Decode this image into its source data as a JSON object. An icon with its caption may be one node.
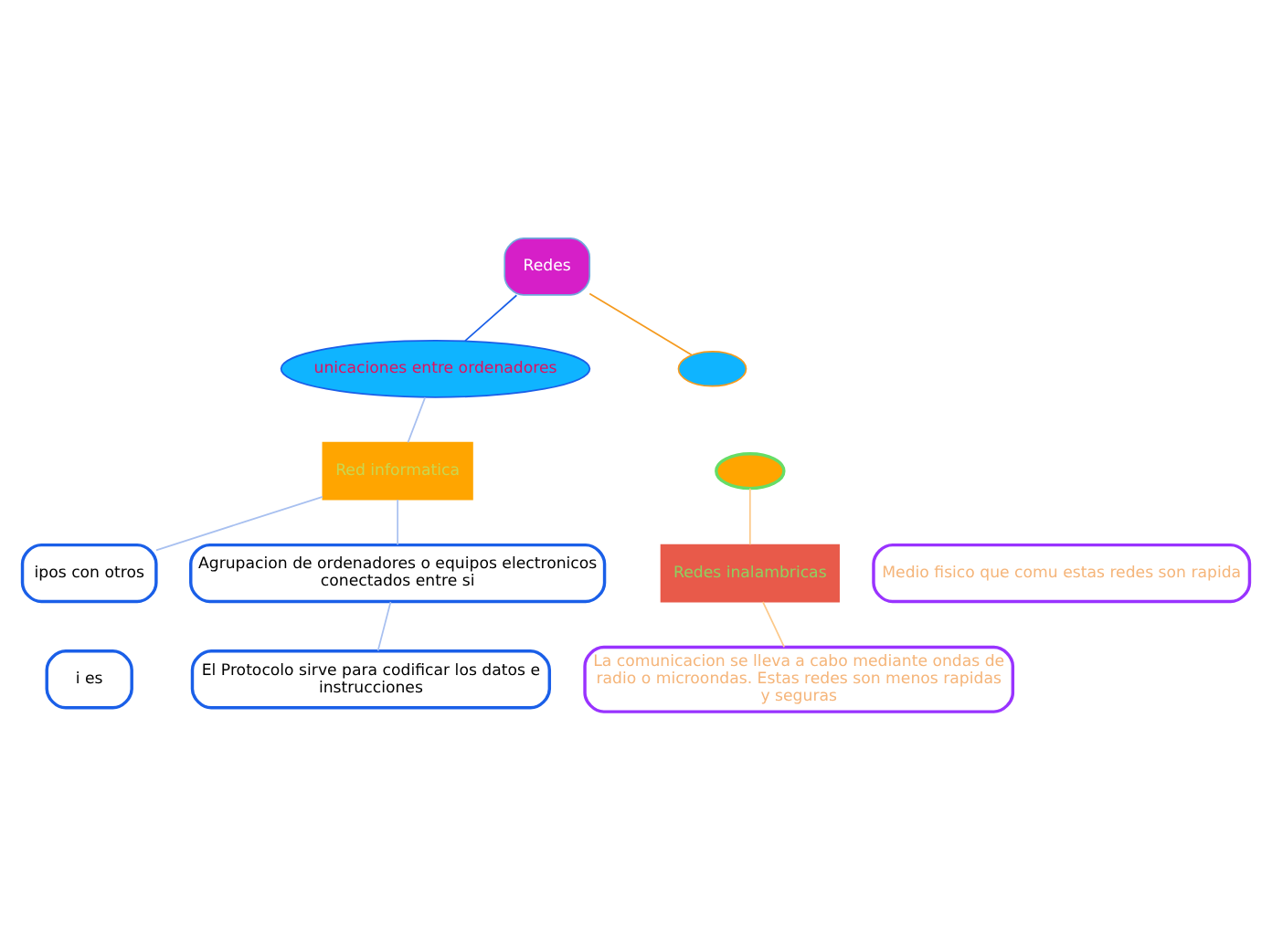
{
  "diagram": {
    "nodes": [
      {
        "text": [
          "Redes"
        ]
      },
      {
        "text": [
          "unicaciones entre ordenadores"
        ]
      },
      {
        "text": [
          "Red informatica"
        ]
      },
      {
        "text": [
          "ipos con otros"
        ]
      },
      {
        "text": [
          "Agrupacion de ordenadores o equipos electronicos conectados entre si"
        ]
      },
      {
        "text": [
          "i es"
        ]
      },
      {
        "text": [
          "El Protocolo sirve para codificar los datos e instrucciones"
        ]
      },
      {
        "text": [],
        "shape": "ellipse"
      },
      {
        "text": [],
        "shape": "ellipse"
      },
      {
        "text": [
          "Redes inalambricas"
        ]
      },
      {
        "text": [
          "La comunicacion se lleva a cabo mediante ondas de radio o microondas. Estas redes son menos rapidas y seguras"
        ]
      },
      {
        "text": [
          "Medio fisico que comu estas redes son rapida"
        ]
      }
    ],
    "edges": [
      {
        "from": 0,
        "to": 1,
        "arrow": "none",
        "color": "#1a5fe8"
      },
      {
        "from": 1,
        "to": 2,
        "arrow": "none",
        "color": "#a8c0f0"
      },
      {
        "from": 2,
        "to": 3,
        "arrow": "none",
        "color": "#a8c0f0"
      },
      {
        "from": 2,
        "to": 4,
        "arrow": "none",
        "color": "#a8c0f0"
      },
      {
        "from": 4,
        "to": 6,
        "arrow": "none",
        "color": "#a8c0f0"
      },
      {
        "from": 0,
        "to": 7,
        "arrow": "none",
        "color": "#f59a1e"
      },
      {
        "from": 8,
        "to": 9,
        "arrow": "none",
        "color": "#fcc98a"
      },
      {
        "from": 9,
        "to": 10,
        "arrow": "none",
        "color": "#fcc98a"
      }
    ]
  }
}
